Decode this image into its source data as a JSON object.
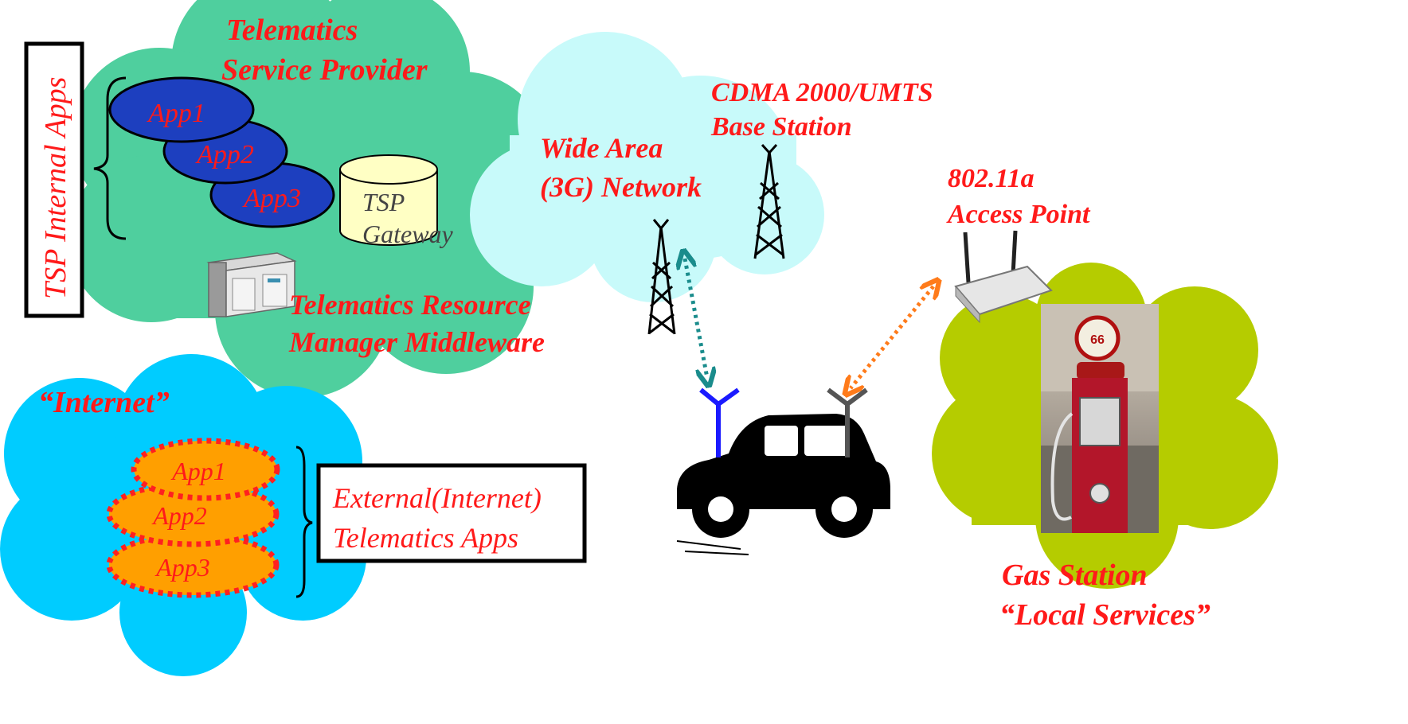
{
  "labels": {
    "tsp_internal_apps": "TSP Internal Apps",
    "tsp_line1": "Telematics",
    "tsp_line2": "Service Provider",
    "int_app1": "App1",
    "int_app2": "App2",
    "int_app3": "App3",
    "gateway_line1": "TSP",
    "gateway_line2": "Gateway",
    "trm_line1": "Telematics Resource",
    "trm_line2": "Manager Middleware",
    "wan_line1": "Wide Area",
    "wan_line2": "(3G) Network",
    "bs_line1": "CDMA 2000/UMTS",
    "bs_line2": "Base Station",
    "ap_line1": "802.11a",
    "ap_line2": "Access Point",
    "internet": "“Internet”",
    "ext_app1": "App1",
    "ext_app2": "App2",
    "ext_app3": "App3",
    "ext_line1": "External(Internet)",
    "ext_line2": "Telematics Apps",
    "gas_line1": "Gas Station",
    "gas_line2": "“Local Services”"
  },
  "colors": {
    "tsp_cloud": "#4fcf9e",
    "wan_cloud": "#c8fafa",
    "internet_cloud": "#00ccff",
    "gas_cloud": "#b5cc00",
    "internal_app_fill": "#1d3fbf",
    "external_app_fill": "#ff9f00",
    "label_red": "#ff1a1a",
    "link_3g": "#1a8c8c",
    "link_wifi": "#ff7b1a"
  }
}
